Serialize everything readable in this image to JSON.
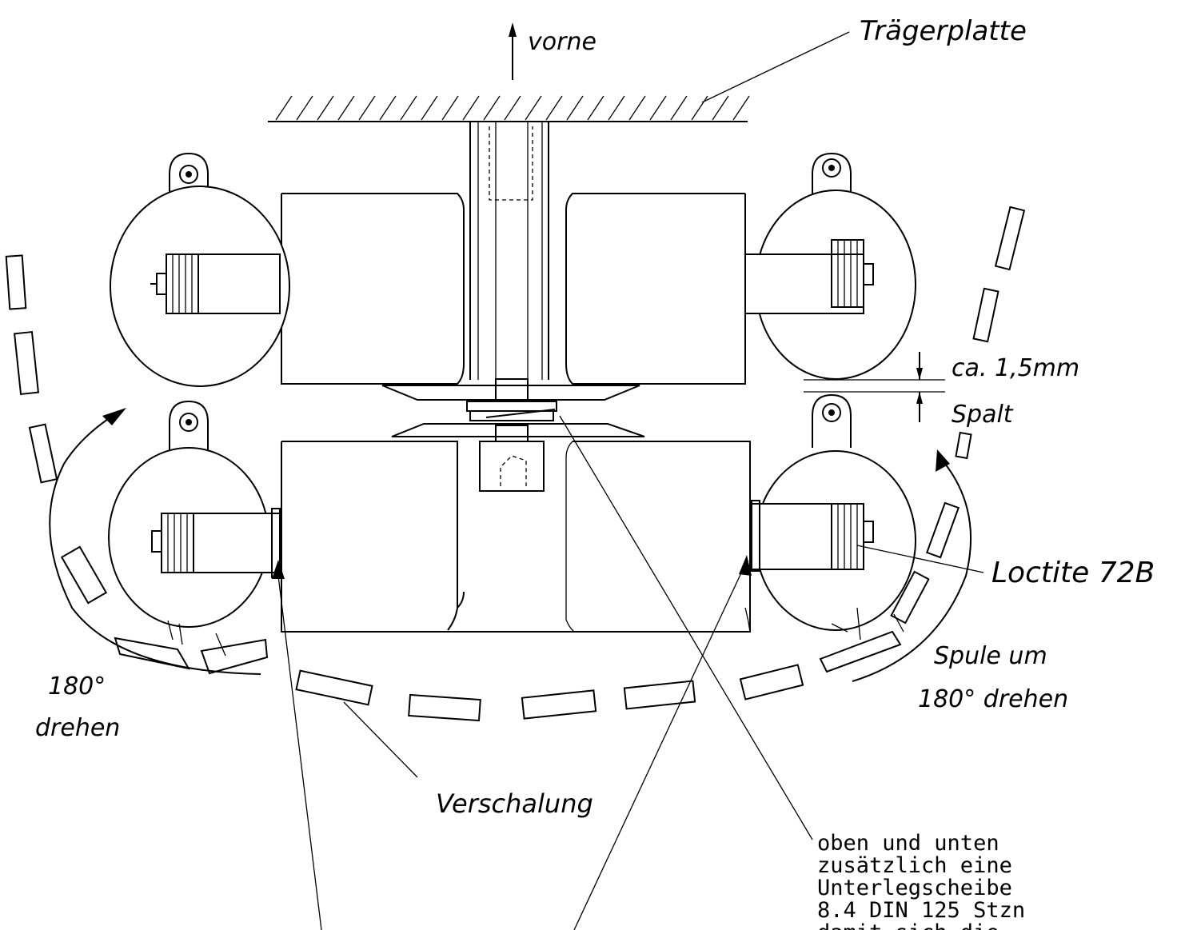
{
  "labels": {
    "vorne": "vorne",
    "traegerplatte": "Trägerplatte",
    "gap_top": "ca. 1,5mm",
    "gap_bottom": "Spalt",
    "loctite": "Loctite 72B",
    "spule_line1": "Spule um",
    "spule_line2": "180° drehen",
    "left_rot_line1": "180°",
    "left_rot_line2": "drehen",
    "verschalung": "Verschalung"
  },
  "note": {
    "lines": [
      "oben und unten",
      "zusätzlich eine",
      "Unterlegscheibe",
      "8.4 DIN 125 Stzn",
      "damit sich die"
    ]
  }
}
